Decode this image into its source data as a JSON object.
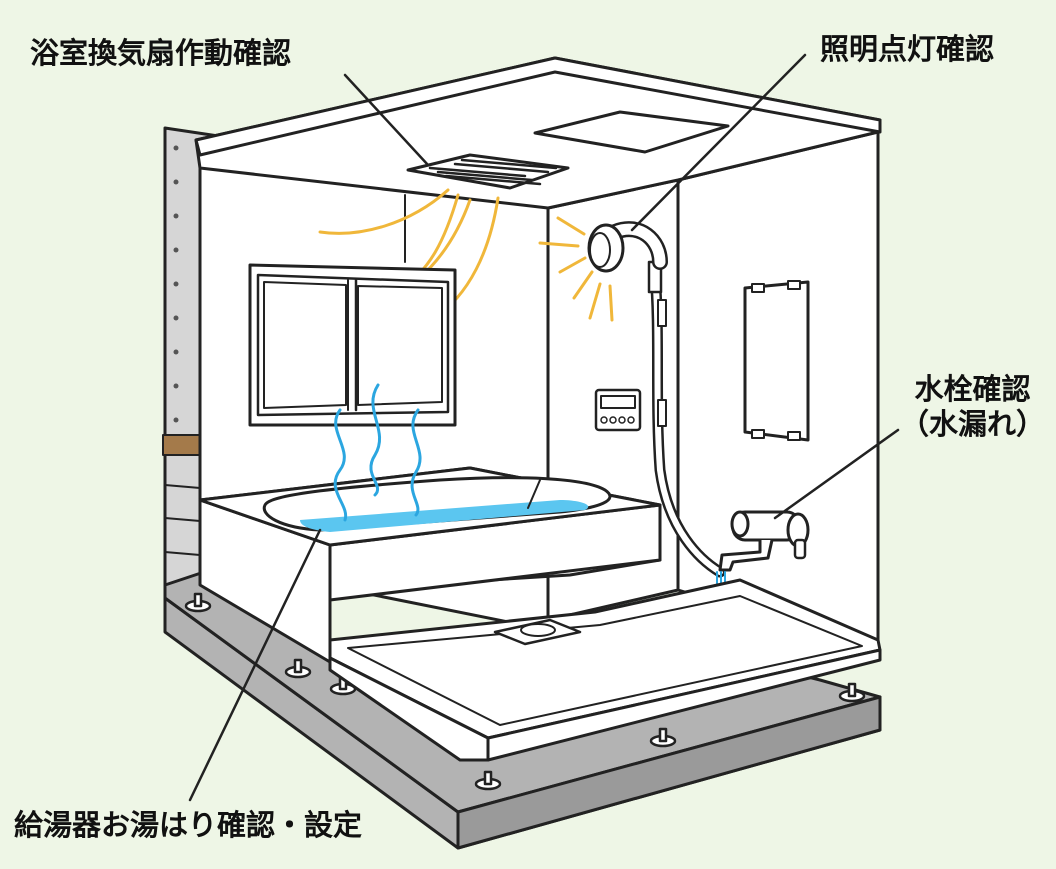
{
  "colors": {
    "background": "#eef6e6",
    "outline": "#222222",
    "wall": "#ffffff",
    "floor_base": "#b3b3b3",
    "wall_board": "#d6d6d6",
    "wood_strip": "#a47a4a",
    "water": "#5bc6f0",
    "steam": "#2ba6e0",
    "light_rays": "#f0b73a",
    "airflow": "#f0b73a"
  },
  "labels": {
    "fan_check": "浴室換気扇作動確認",
    "light_check": "照明点灯確認",
    "faucet_check": "水栓確認",
    "faucet_check_sub": "（水漏れ）",
    "water_heater_check": "給湯器お湯はり確認・設定"
  },
  "icons": {
    "ventilation_fan": "ventilation-fan-icon",
    "ceiling_light": "ceiling-light-icon",
    "shower_head": "shower-head-icon",
    "control_panel": "control-panel-icon",
    "faucet": "faucet-icon",
    "mirror": "mirror-icon",
    "window": "window-icon",
    "bathtub": "bathtub-icon",
    "drain": "drain-icon"
  }
}
